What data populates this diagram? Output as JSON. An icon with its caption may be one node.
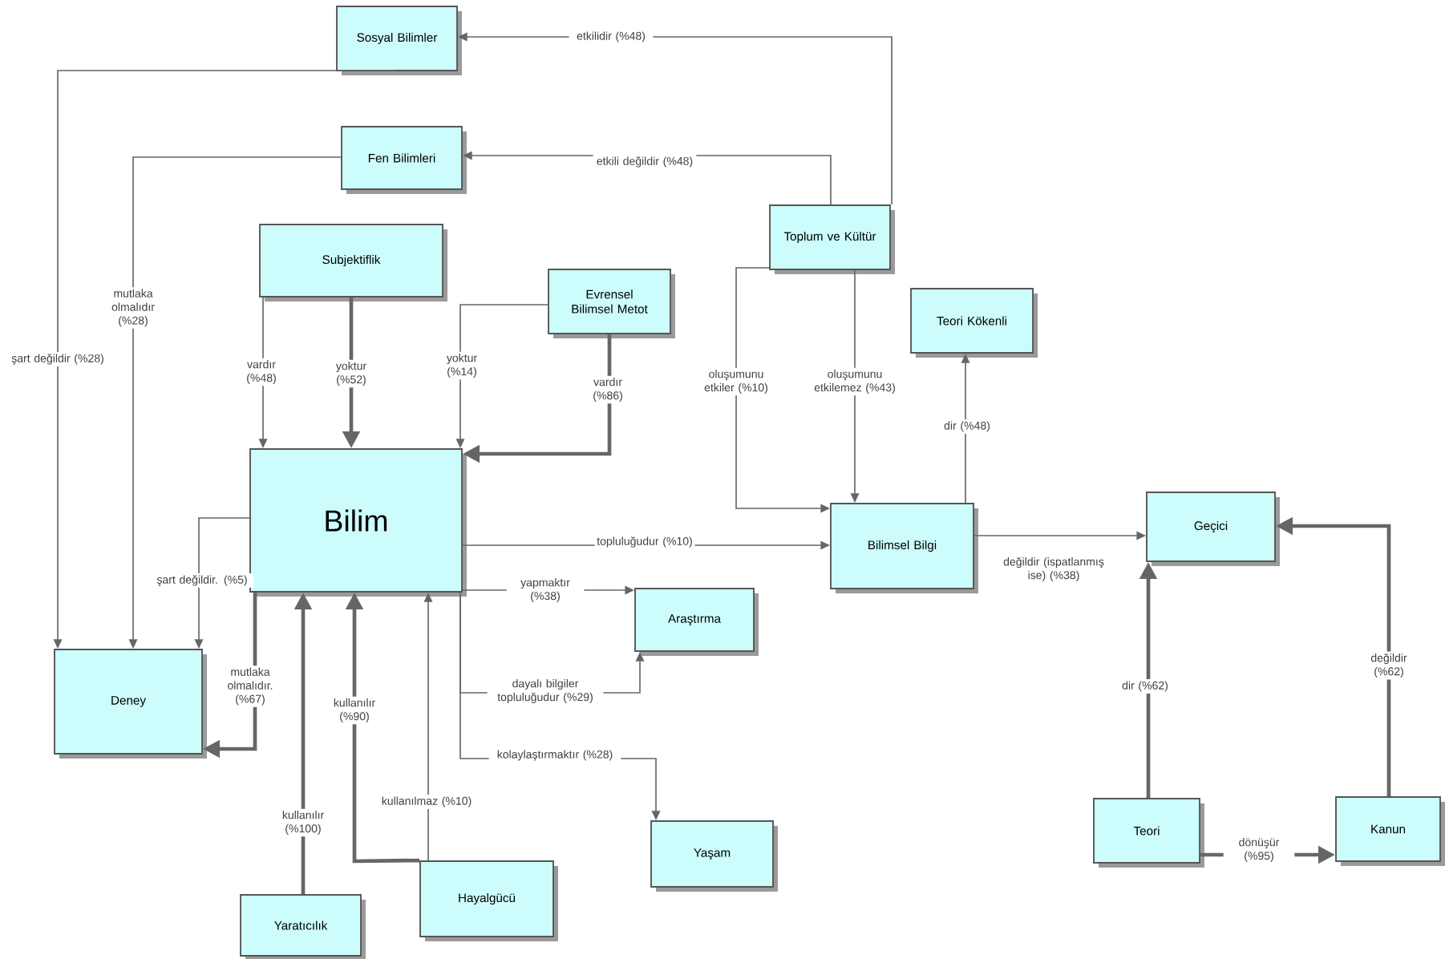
{
  "diagram": {
    "nodes": [
      {
        "text": [
          "Sosyal Bilimler"
        ]
      },
      {
        "text": [
          "Fen Bilimleri"
        ]
      },
      {
        "text": [
          "Toplum ve Kültür"
        ]
      },
      {
        "text": [
          "Subjektiflik"
        ]
      },
      {
        "text": [
          "Evrensel Bilimsel Metot"
        ]
      },
      {
        "text": [
          "Teori Kökenli"
        ]
      },
      {
        "text": [
          "Bilim"
        ]
      },
      {
        "text": [
          "Bilimsel Bilgi"
        ]
      },
      {
        "text": [
          "Geçici"
        ]
      },
      {
        "text": [
          "Deney"
        ]
      },
      {
        "text": [
          "Araştırma"
        ]
      },
      {
        "text": [
          "Yaşam"
        ]
      },
      {
        "text": [
          "Teori"
        ]
      },
      {
        "text": [
          "Kanun"
        ]
      },
      {
        "text": [
          "Yaratıcılık"
        ]
      },
      {
        "text": [
          "Hayalgücü"
        ]
      }
    ],
    "edges": [
      {
        "from": 2,
        "to": 0,
        "arrow": "to",
        "label": "etkilidir (%48)"
      },
      {
        "from": 2,
        "to": 1,
        "arrow": "to",
        "label": "etkili değildir (%48)"
      },
      {
        "from": 0,
        "to": 9,
        "arrow": "to",
        "label": "şart değildir (%28)"
      },
      {
        "from": 1,
        "to": 9,
        "arrow": "to",
        "label": "mutlaka olmalıdır (%28)"
      },
      {
        "from": 3,
        "to": 6,
        "arrow": "to",
        "label": "vardır (%48)"
      },
      {
        "from": 3,
        "to": 6,
        "arrow": "to",
        "label": "yoktur (%52)",
        "style": "thick"
      },
      {
        "from": 4,
        "to": 6,
        "arrow": "to",
        "label": "yoktur (%14)"
      },
      {
        "from": 4,
        "to": 6,
        "arrow": "to",
        "label": "vardır (%86)",
        "style": "thick"
      },
      {
        "from": 2,
        "to": 7,
        "arrow": "to",
        "label": "oluşumunu etkiler (%10)"
      },
      {
        "from": 2,
        "to": 7,
        "arrow": "to",
        "label": "oluşumunu etkilemez (%43)"
      },
      {
        "from": 7,
        "to": 5,
        "arrow": "to",
        "label": "dir (%48)"
      },
      {
        "from": 6,
        "to": 7,
        "arrow": "to",
        "label": "topluluğudur (%10)"
      },
      {
        "from": 7,
        "to": 8,
        "arrow": "to",
        "label": "değildir (ispatlanmış ise) (%38)"
      },
      {
        "from": 6,
        "to": 9,
        "arrow": "to",
        "label": "şart değildir. (%5)"
      },
      {
        "from": 6,
        "to": 9,
        "arrow": "to",
        "label": "mutlaka olmalıdır. (%67)",
        "style": "thick"
      },
      {
        "from": 6,
        "to": 10,
        "arrow": "to",
        "label": "yapmaktır (%38)"
      },
      {
        "from": 6,
        "to": 10,
        "arrow": "to",
        "label": "dayalı bilgiler topluluğudur (%29)"
      },
      {
        "from": 6,
        "to": 11,
        "arrow": "to",
        "label": "kolaylaştırmaktır (%28)"
      },
      {
        "from": 14,
        "to": 6,
        "arrow": "to",
        "label": "kullanılır (%100)",
        "style": "thick"
      },
      {
        "from": 15,
        "to": 6,
        "arrow": "to",
        "label": "kullanılır (%90)",
        "style": "thick"
      },
      {
        "from": 15,
        "to": 6,
        "arrow": "to",
        "label": "kullanılmaz (%10)"
      },
      {
        "from": 12,
        "to": 8,
        "arrow": "to",
        "label": "dir (%62)",
        "style": "thick"
      },
      {
        "from": 12,
        "to": 13,
        "arrow": "to",
        "label": "dönüşür (%95)",
        "style": "thick"
      },
      {
        "from": 13,
        "to": 8,
        "arrow": "to",
        "label": "değildir (%62)",
        "style": "thick"
      }
    ]
  }
}
